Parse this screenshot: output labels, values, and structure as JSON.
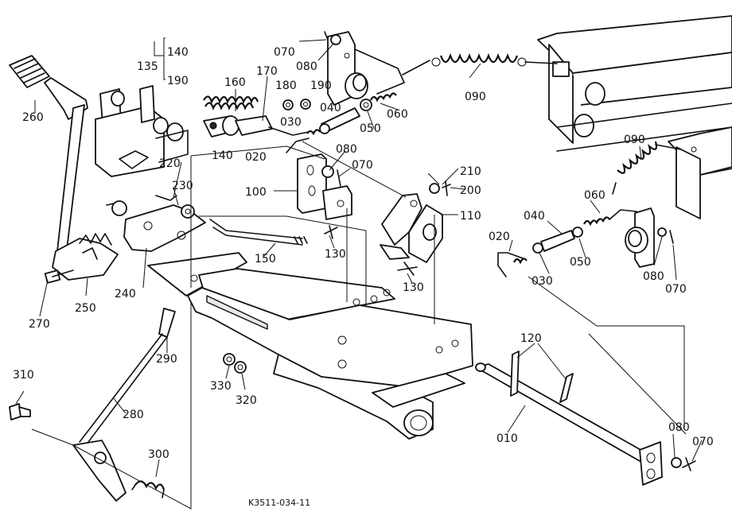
{
  "diagram": {
    "drawing_number": "K3511-034-11",
    "callouts": {
      "c010": "010",
      "c020_left": "020",
      "c020_right": "020",
      "c030_left": "030",
      "c030_right": "030",
      "c040_left": "040",
      "c040_right": "040",
      "c050_left": "050",
      "c050_right": "050",
      "c060_left": "060",
      "c060_right": "060",
      "c070_top": "070",
      "c070_mid": "070",
      "c070_right": "070",
      "c070_bottom": "070",
      "c080_top": "080",
      "c080_mid": "080",
      "c080_right": "080",
      "c080_bottom": "080",
      "c090_top": "090",
      "c090_right": "090",
      "c100": "100",
      "c110": "110",
      "c120": "120",
      "c130_a": "130",
      "c130_b": "130",
      "c135": "135",
      "c140_group": "140",
      "c140": "140",
      "c150": "150",
      "c160": "160",
      "c170": "170",
      "c180": "180",
      "c190_group": "190",
      "c190": "190",
      "c200": "200",
      "c210": "210",
      "c220": "220",
      "c230": "230",
      "c240": "240",
      "c250": "250",
      "c260": "260",
      "c270": "270",
      "c280": "280",
      "c290": "290",
      "c300": "300",
      "c310": "310",
      "c320": "320",
      "c330": "330"
    }
  }
}
